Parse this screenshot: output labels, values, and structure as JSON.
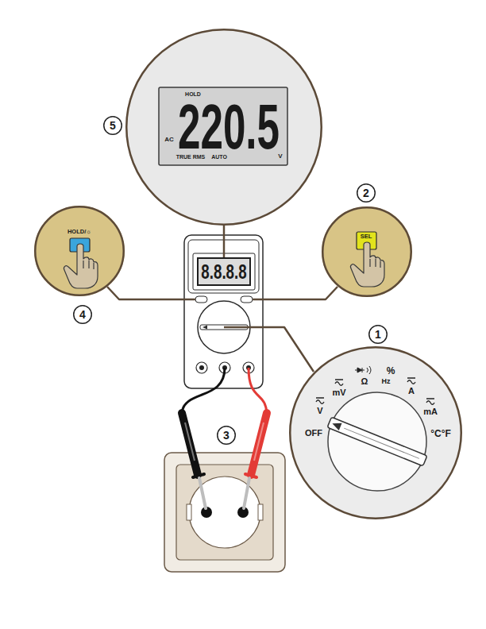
{
  "diagram": {
    "nodes": [
      {
        "text": [
          "5"
        ]
      },
      {
        "text": [
          "HOLD",
          "220.5",
          "AC",
          "TRUE RMS",
          "AUTO",
          "V"
        ]
      },
      {
        "text": [
          "2"
        ]
      },
      {
        "text": [
          "HOLD/☼"
        ]
      },
      {
        "text": [
          "8.8.8.8"
        ]
      },
      {
        "text": [
          "SEL"
        ]
      },
      {
        "text": [
          "4"
        ]
      },
      {
        "text": [
          "1"
        ]
      },
      {
        "text": [
          "OFF",
          "V",
          "mV",
          "Ω",
          "%",
          "Hz",
          "A",
          "mA",
          "°C°F"
        ]
      },
      {
        "text": [
          "3"
        ]
      }
    ],
    "edges": [
      {
        "from": 4,
        "to": 1,
        "arrow": "none"
      }
    ]
  }
}
